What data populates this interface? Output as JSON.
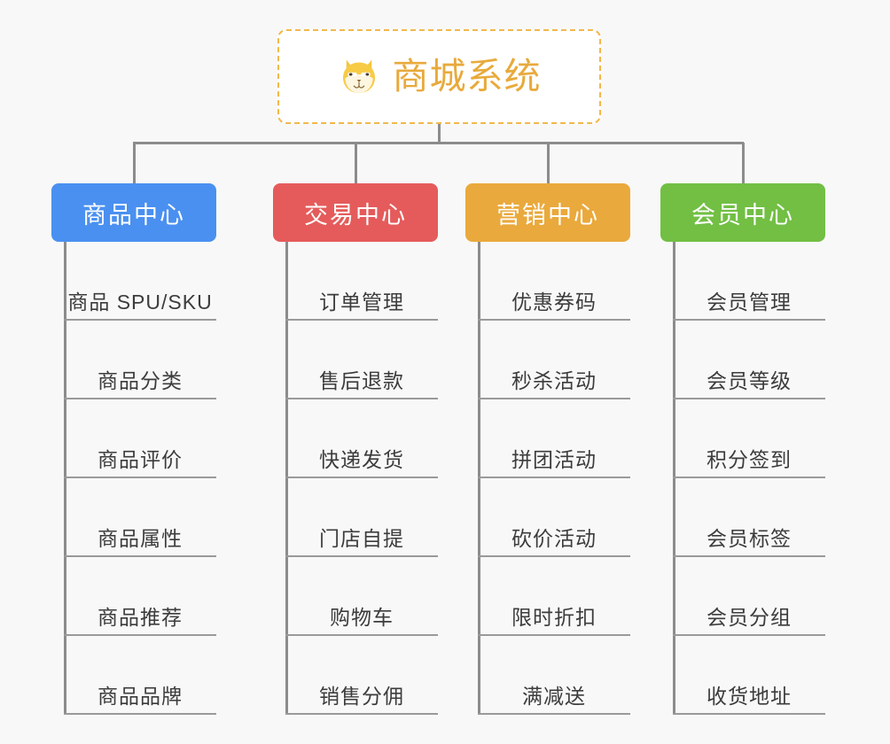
{
  "root": {
    "title": "商城系统",
    "icon": "shiba-dog-icon",
    "border_color": "#f2b84b",
    "text_color": "#e8aa3c",
    "background": "#ffffff"
  },
  "canvas": {
    "background": "#f8f8f8",
    "connector_color": "#8c8c8c",
    "divider_color": "#9a9a9a",
    "leaf_text_color": "#3c3c3c"
  },
  "columns": [
    {
      "title": "商品中心",
      "color": "#4a90f0",
      "items": [
        "商品 SPU/SKU",
        "商品分类",
        "商品评价",
        "商品属性",
        "商品推荐",
        "商品品牌"
      ]
    },
    {
      "title": "交易中心",
      "color": "#e55b5b",
      "items": [
        "订单管理",
        "售后退款",
        "快递发货",
        "门店自提",
        "购物车",
        "销售分佣"
      ]
    },
    {
      "title": "营销中心",
      "color": "#eaa93c",
      "items": [
        "优惠券码",
        "秒杀活动",
        "拼团活动",
        "砍价活动",
        "限时折扣",
        "满减送"
      ]
    },
    {
      "title": "会员中心",
      "color": "#72bf44",
      "items": [
        "会员管理",
        "会员等级",
        "积分签到",
        "会员标签",
        "会员分组",
        "收货地址"
      ]
    }
  ]
}
